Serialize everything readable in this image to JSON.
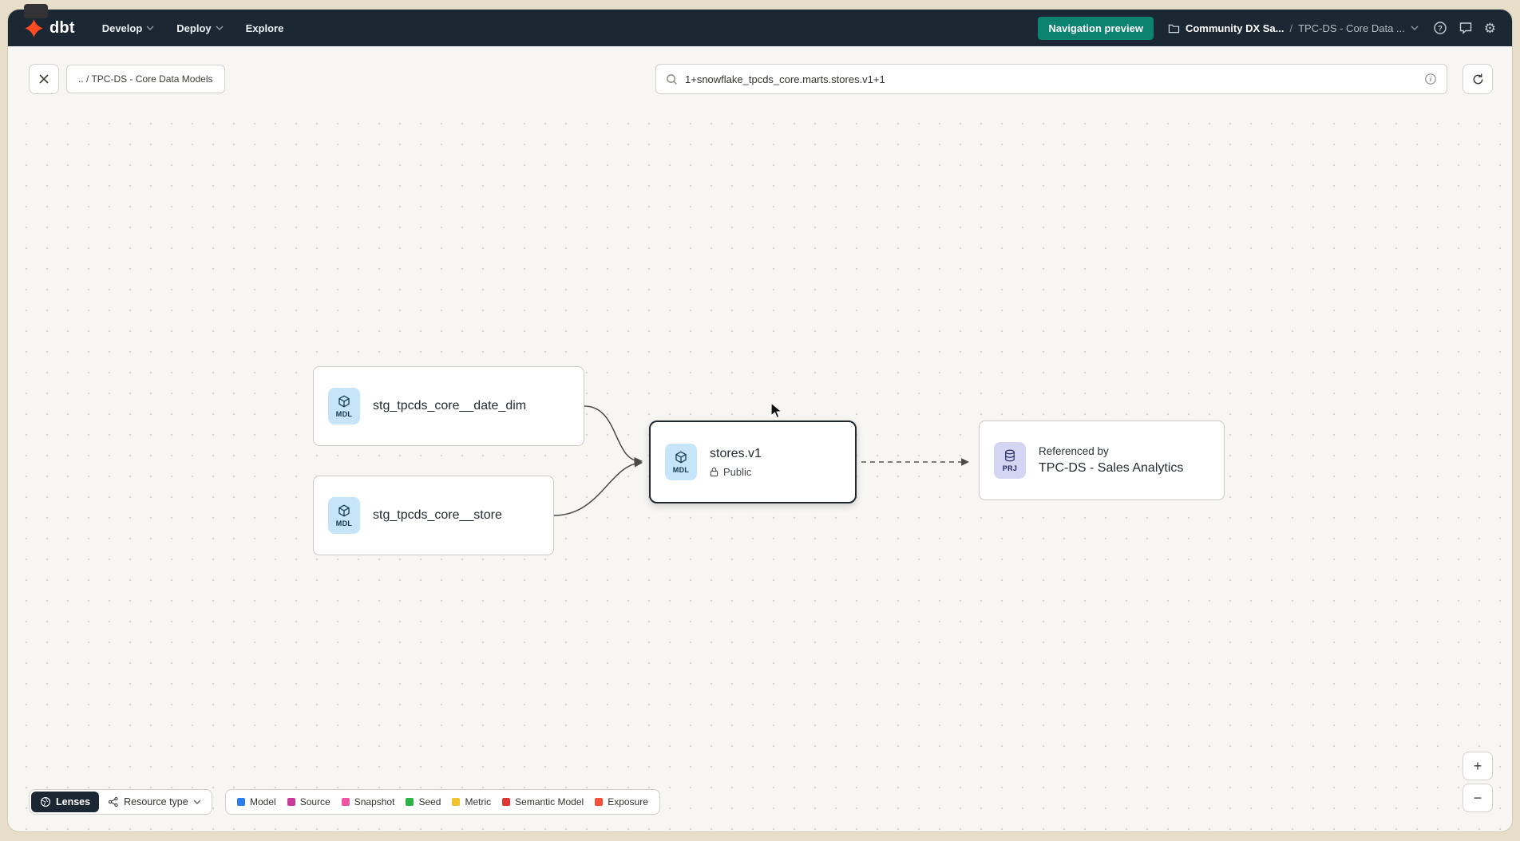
{
  "colors": {
    "brand_orange": "#ff4b1f",
    "accent_teal": "#0c8270",
    "nav_bg": "#1b2732"
  },
  "navbar": {
    "logo": "dbt",
    "menu": [
      {
        "label": "Develop"
      },
      {
        "label": "Deploy"
      },
      {
        "label": "Explore"
      }
    ],
    "preview_button": "Navigation preview",
    "account_name": "Community DX Sa...",
    "path_separator": "/",
    "project_name": "TPC-DS - Core Data ..."
  },
  "toolbar": {
    "breadcrumb": ".. / TPC-DS - Core Data Models",
    "search_value": "1+snowflake_tpcds_core.marts.stores.v1+1"
  },
  "graph": {
    "nodes": {
      "date_dim": {
        "badge": "MDL",
        "title": "stg_tpcds_core__date_dim"
      },
      "store": {
        "badge": "MDL",
        "title": "stg_tpcds_core__store"
      },
      "stores_v1": {
        "badge": "MDL",
        "title": "stores.v1",
        "access": "Public"
      },
      "referenced": {
        "badge": "PRJ",
        "pretitle": "Referenced by",
        "title": "TPC-DS - Sales Analytics"
      }
    }
  },
  "footer": {
    "lenses": "Lenses",
    "resource_type": "Resource type",
    "legend": [
      {
        "label": "Model",
        "color": "#2d7ff0"
      },
      {
        "label": "Source",
        "color": "#c93a9d"
      },
      {
        "label": "Snapshot",
        "color": "#ee55a3"
      },
      {
        "label": "Seed",
        "color": "#2fb344"
      },
      {
        "label": "Metric",
        "color": "#f3c32f"
      },
      {
        "label": "Semantic Model",
        "color": "#e03535"
      },
      {
        "label": "Exposure",
        "color": "#f4503a"
      }
    ]
  },
  "zoom_controls": {
    "zoom_in": "+",
    "zoom_out": "−"
  }
}
